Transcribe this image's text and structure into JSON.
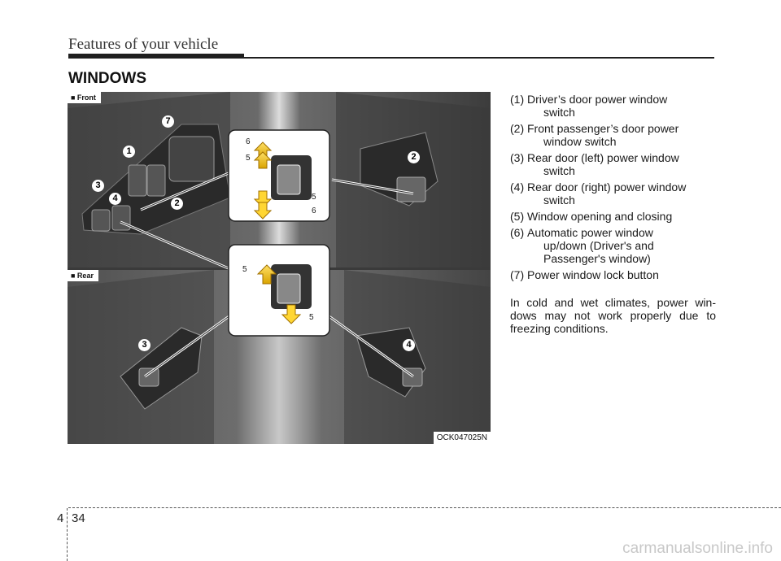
{
  "header": {
    "section": "Features of your vehicle"
  },
  "title": "WINDOWS",
  "figure": {
    "tag_front": "■ Front",
    "tag_rear": "■ Rear",
    "code": "OCK047025N",
    "callouts": [
      "1",
      "2",
      "3",
      "4",
      "7",
      "2",
      "3",
      "4"
    ],
    "inset_labels": [
      "6",
      "5",
      "5",
      "6",
      "5",
      "5"
    ]
  },
  "legend": [
    {
      "num": "(1)",
      "line1": "Driver’s door power window",
      "line2": "switch"
    },
    {
      "num": "(2)",
      "line1": "Front passenger’s door power",
      "line2": "window switch"
    },
    {
      "num": "(3)",
      "line1": "Rear door (left) power window",
      "line2": "switch"
    },
    {
      "num": "(4)",
      "line1": "Rear door (right) power window",
      "line2": "switch"
    },
    {
      "num": "(5)",
      "line1": "Window opening and closing",
      "line2": ""
    },
    {
      "num": "(6)",
      "line1": "Automatic power window",
      "line2": "up/down (Driver's and Passenger's window)"
    },
    {
      "num": "(7)",
      "line1": "Power window lock button",
      "line2": ""
    }
  ],
  "note": "In cold and wet climates, power win-dows may not work properly due to freezing conditions.",
  "footer": {
    "chapter": "4",
    "page": "34"
  },
  "watermark": "carmanualsonline.info"
}
